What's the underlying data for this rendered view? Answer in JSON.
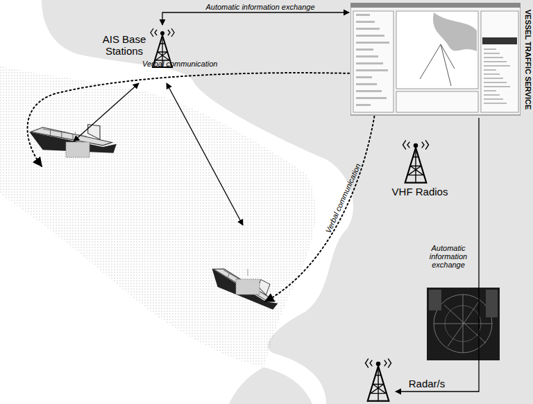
{
  "diagram": {
    "nodes": [
      {
        "text": [
          "AIS Base Stations"
        ]
      },
      {
        "text": [
          "VESSEL TRAFFIC SERVICE"
        ]
      },
      {
        "text": [
          "VHF Radios"
        ]
      },
      {
        "text": [
          "Radar/s"
        ]
      }
    ],
    "edges": [
      {
        "from": 0,
        "to": 1,
        "label": "Automatic information exchange",
        "arrow": "both"
      },
      {
        "from": 1,
        "to": 3,
        "label": "Automatic information exchange",
        "arrow": "to"
      }
    ],
    "labels": [
      "Verbal communication",
      "Verbal communication"
    ]
  }
}
